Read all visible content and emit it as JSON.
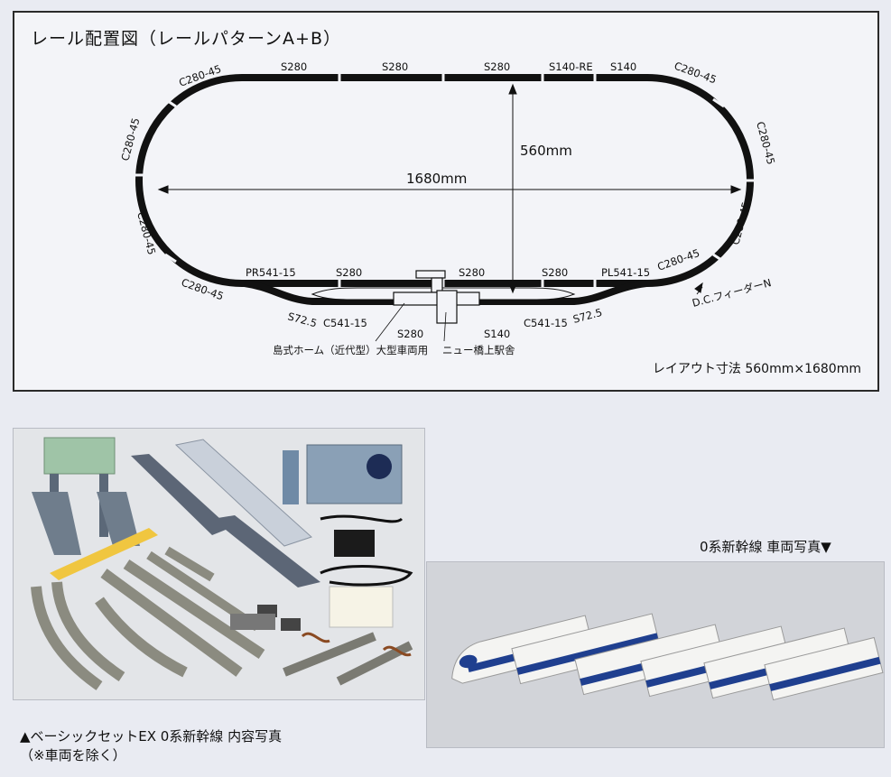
{
  "layout": {
    "title": "レール配置図（レールパターンA+B）",
    "dimensions_label": "レイアウト寸法 560mm×1680mm",
    "dim_height": "560mm",
    "dim_width": "1680mm",
    "labels": {
      "top_s280_1": "S280",
      "top_s280_2": "S280",
      "top_s280_3": "S280",
      "top_s140re": "S140-RE",
      "top_s140": "S140",
      "c_tl": "C280-45",
      "c_tr": "C280-45",
      "c_ul": "C280-45",
      "c_ur": "C280-45",
      "c_ll": "C280-45",
      "c_lr": "C280-45",
      "c_bl": "C280-45",
      "c_br": "C280-45",
      "pr": "PR541-15",
      "pl": "PL541-15",
      "bot_s280_1": "S280",
      "bot_s280_2": "S280",
      "bot_s280_3": "S280",
      "s72_l": "S72.5",
      "s72_r": "S72.5",
      "c541_l": "C541-15",
      "c541_r": "C541-15",
      "inner_s280": "S280",
      "inner_s140": "S140",
      "feeder": "D.C.フィーダーN",
      "platform": "島式ホーム（近代型）大型車両用",
      "station": "ニュー橋上駅舎"
    }
  },
  "photos": {
    "set_caption_line1": "▲ベーシックセットEX 0系新幹線 内容写真",
    "set_caption_line2": "（※車両を除く）",
    "train_caption": "0系新幹線 車両写真▼"
  },
  "colors": {
    "rail": "#111111",
    "panel_bg": "#f3f4f8",
    "page_bg": "#e9ebf2",
    "train_stripe": "#1f3f8f"
  }
}
